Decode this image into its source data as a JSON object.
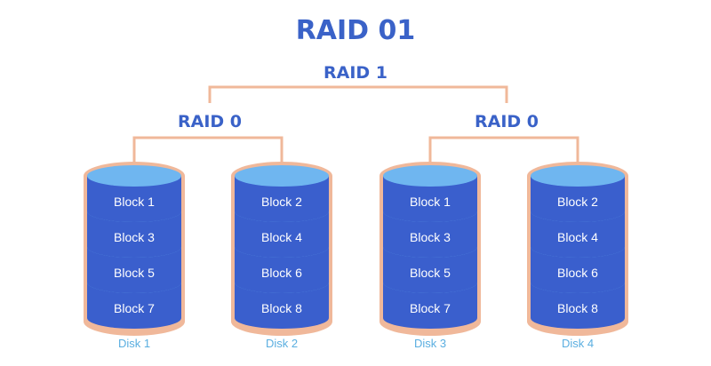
{
  "title": "RAID 01",
  "mirror_label": "RAID 1",
  "stripe_groups": [
    {
      "label": "RAID 0",
      "disks": [
        0,
        1
      ]
    },
    {
      "label": "RAID 0",
      "disks": [
        2,
        3
      ]
    }
  ],
  "disks": [
    {
      "label": "Disk 1",
      "blocks": [
        "Block 1",
        "Block 3",
        "Block 5",
        "Block 7"
      ]
    },
    {
      "label": "Disk 2",
      "blocks": [
        "Block 2",
        "Block 4",
        "Block 6",
        "Block 8"
      ]
    },
    {
      "label": "Disk 3",
      "blocks": [
        "Block 1",
        "Block 3",
        "Block 5",
        "Block 7"
      ]
    },
    {
      "label": "Disk 4",
      "blocks": [
        "Block 2",
        "Block 4",
        "Block 6",
        "Block 8"
      ]
    }
  ],
  "colors": {
    "title": "#3a62c8",
    "connector": "#f0b89a",
    "disk_dark": "#3a5fcd",
    "disk_light": "#6fb6f0",
    "disk_label": "#5aaee0"
  }
}
